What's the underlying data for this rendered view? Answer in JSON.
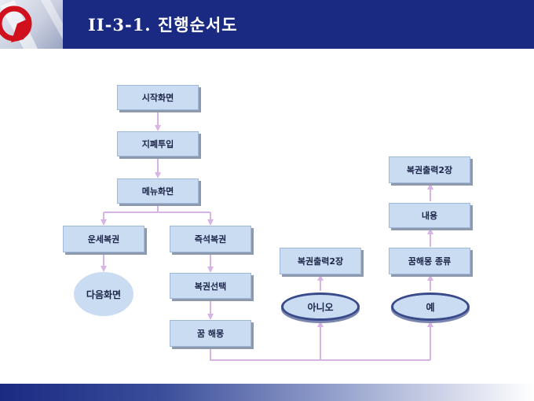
{
  "header": {
    "title": "II-3-1. 진행순서도"
  },
  "flow": {
    "start": "시작화면",
    "insert": "지폐투입",
    "menu": "메뉴화면",
    "fortune": "운세복권",
    "next_screen": "다음화면",
    "instant": "즉석복권",
    "select": "복권선택",
    "dream": "꿈 해몽",
    "no_print": "복권출력2장",
    "no_oval": "아니오",
    "yes_oval": "예",
    "dream_type": "꿈해몽 종류",
    "content": "내용",
    "yes_print": "복권출력2장"
  },
  "colors": {
    "box_fill": "#c9dcf2",
    "connector": "#d7b3e6",
    "header_bg": "#1a2a82"
  }
}
